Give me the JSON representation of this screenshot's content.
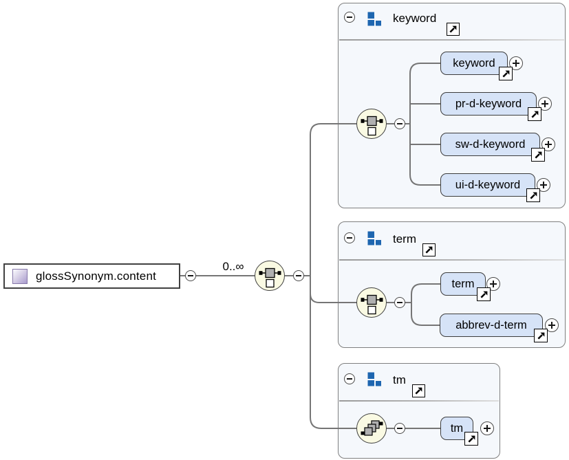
{
  "root_element": {
    "label": "glossSynonym.content"
  },
  "connector": {
    "occurrence_label": "0..∞"
  },
  "groups": [
    {
      "label": "keyword",
      "compositor": "choice",
      "children": [
        {
          "label": "keyword"
        },
        {
          "label": "pr-d-keyword"
        },
        {
          "label": "sw-d-keyword"
        },
        {
          "label": "ui-d-keyword"
        }
      ]
    },
    {
      "label": "term",
      "compositor": "choice",
      "children": [
        {
          "label": "term"
        },
        {
          "label": "abbrev-d-term"
        }
      ]
    },
    {
      "label": "tm",
      "compositor": "sequence",
      "children": [
        {
          "label": "tm"
        }
      ]
    }
  ],
  "icons": {
    "collapse": "−",
    "expand": "+",
    "link_arrow": "↗",
    "element": "purple-gradient-square",
    "group": "three-blue-squares",
    "choice_compositor": "bar-with-gray-and-white-boxes",
    "sequence_compositor": "diagonal-gray-boxes"
  },
  "colors": {
    "child_box_fill": "#d6e3f7",
    "group_box_fill": "#f5f8fc",
    "compositor_fill": "#fafae3",
    "group_icon_blue": "#1e66b0",
    "element_icon_purple": "#a89acd",
    "connector_gray": "#757575"
  }
}
